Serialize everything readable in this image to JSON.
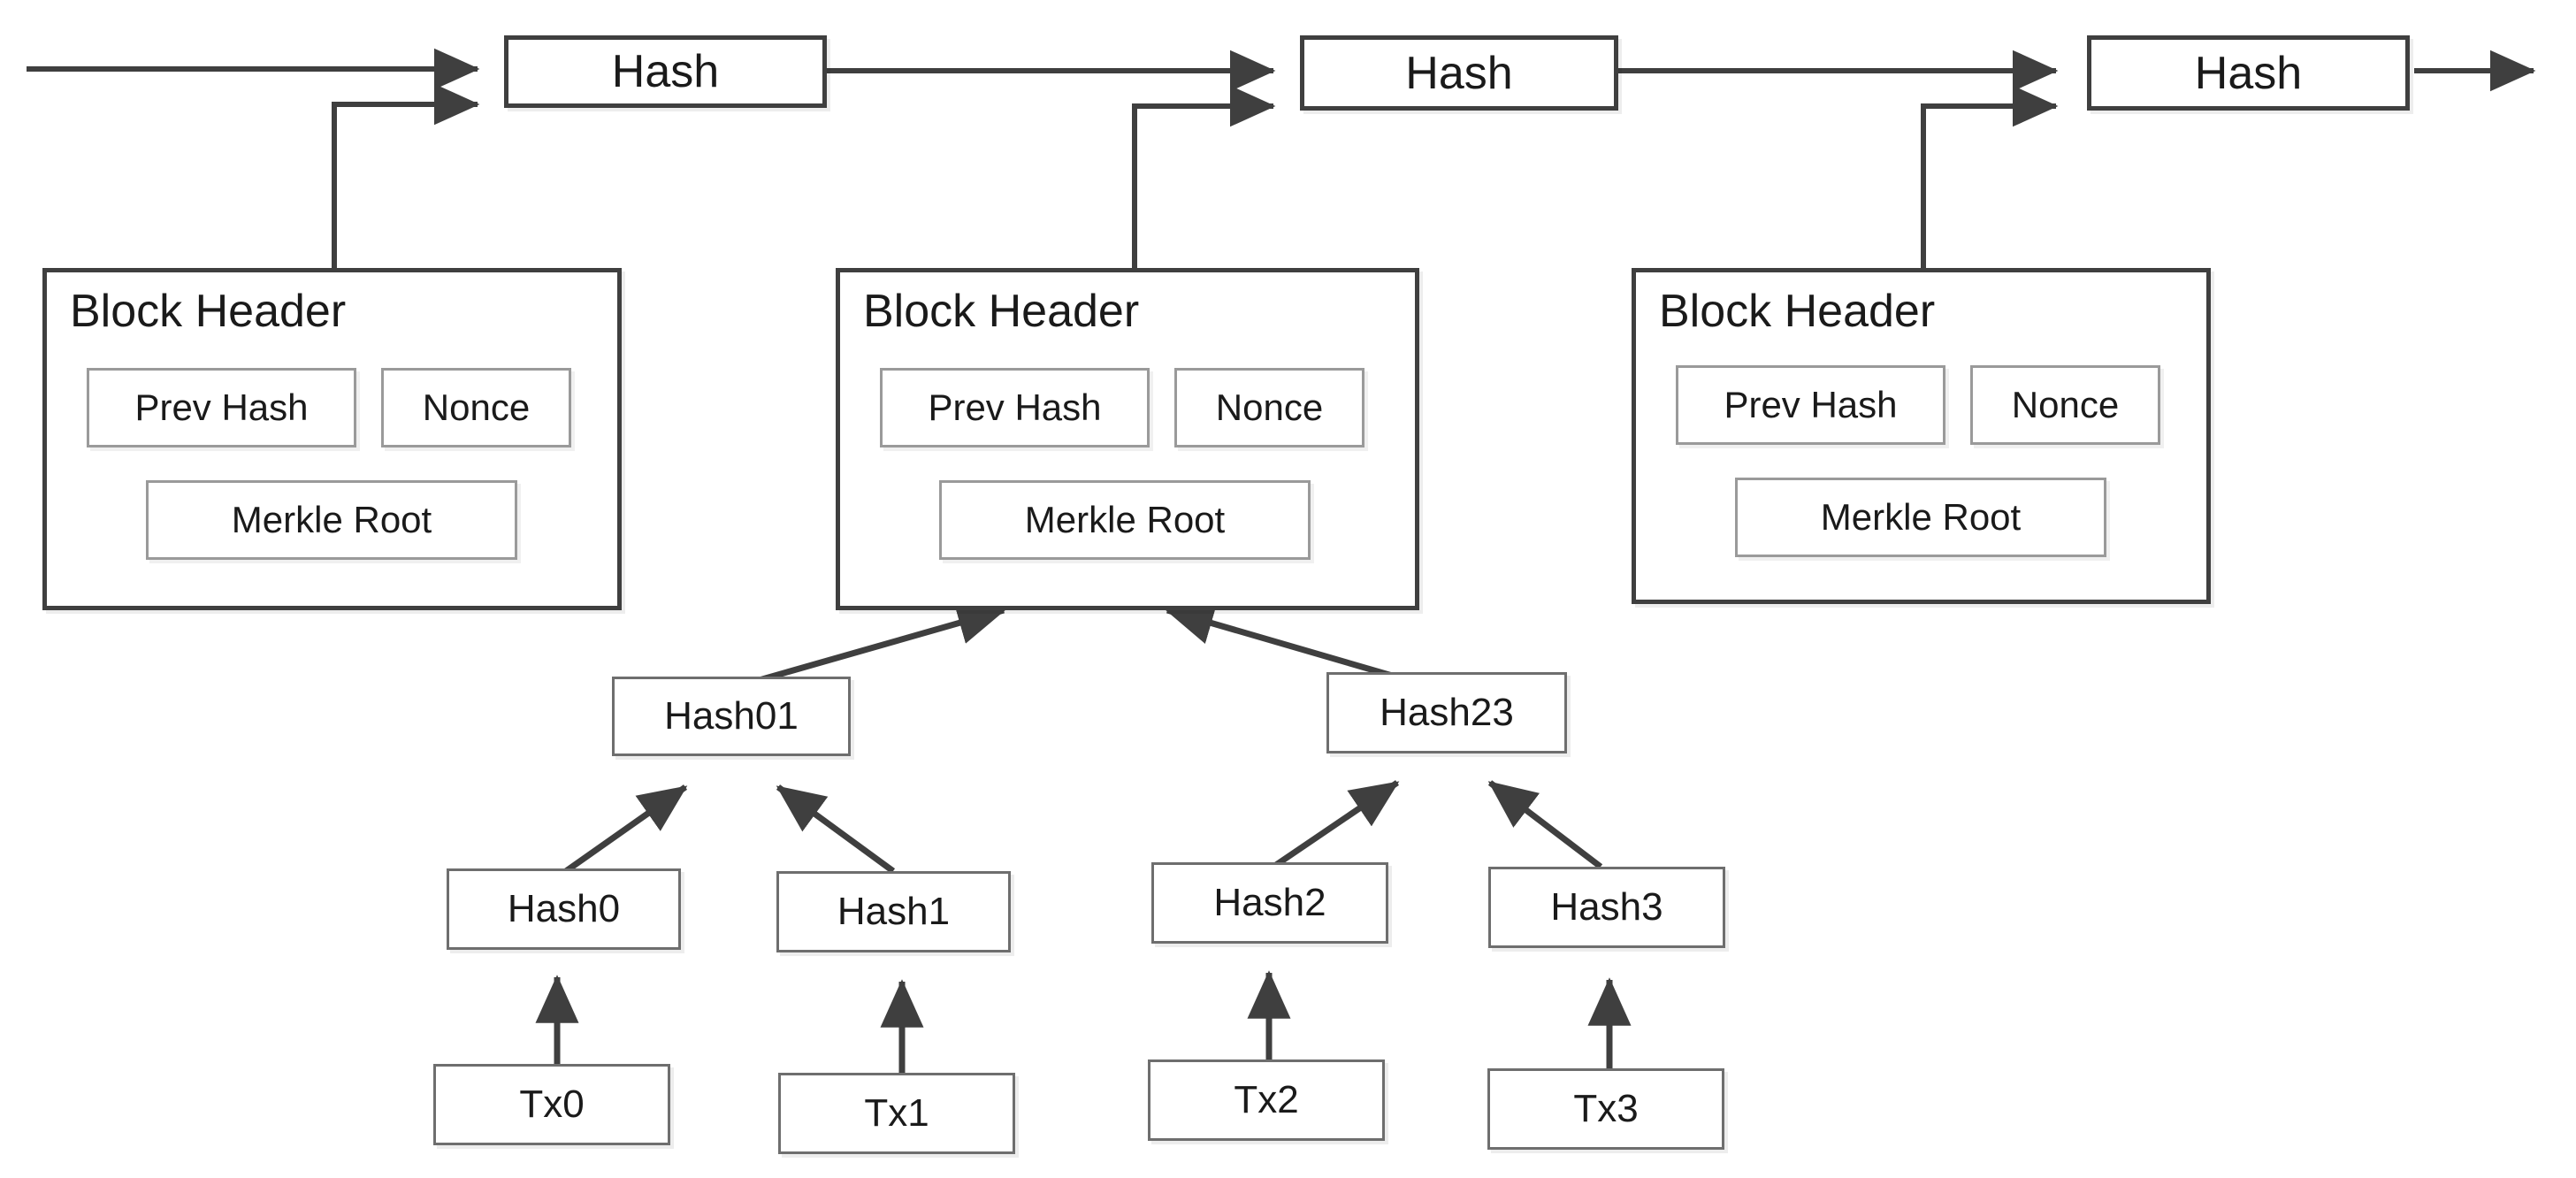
{
  "diagram": {
    "title": "Blockchain block structure with Merkle tree",
    "colors": {
      "background": "#ffffff",
      "heavy_stroke": "#3f3f3f",
      "medium_stroke": "#6e6e6e",
      "light_stroke": "#9a9a9a",
      "text": "#1a1a1a",
      "edge": "#3f3f3f"
    }
  },
  "chain": {
    "hash_boxes": [
      {
        "label": "Hash"
      },
      {
        "label": "Hash"
      },
      {
        "label": "Hash"
      }
    ]
  },
  "blocks": [
    {
      "title": "Block Header",
      "fields": {
        "prev_hash": "Prev Hash",
        "nonce": "Nonce",
        "merkle_root": "Merkle Root"
      }
    },
    {
      "title": "Block Header",
      "fields": {
        "prev_hash": "Prev Hash",
        "nonce": "Nonce",
        "merkle_root": "Merkle Root"
      }
    },
    {
      "title": "Block Header",
      "fields": {
        "prev_hash": "Prev Hash",
        "nonce": "Nonce",
        "merkle_root": "Merkle Root"
      }
    }
  ],
  "merkle_tree": {
    "internal_nodes": [
      {
        "label": "Hash01"
      },
      {
        "label": "Hash23"
      }
    ],
    "leaf_hashes": [
      {
        "label": "Hash0"
      },
      {
        "label": "Hash1"
      },
      {
        "label": "Hash2"
      },
      {
        "label": "Hash3"
      }
    ],
    "transactions": [
      {
        "label": "Tx0"
      },
      {
        "label": "Tx1"
      },
      {
        "label": "Tx2"
      },
      {
        "label": "Tx3"
      }
    ]
  }
}
